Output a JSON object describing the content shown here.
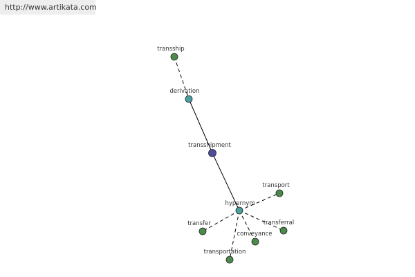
{
  "watermark": "http://www.artikata.com",
  "colors": {
    "center": "#4c4c9a",
    "relation": "#4aa0a0",
    "leaf": "#4d8b4d",
    "outline": "#222222",
    "edge": "#000000"
  },
  "nodes": [
    {
      "id": "transship",
      "label": "transship",
      "kind": "leaf"
    },
    {
      "id": "derivation",
      "label": "derivation",
      "kind": "relation"
    },
    {
      "id": "transshipment",
      "label": "transshipment",
      "kind": "center"
    },
    {
      "id": "hypernym",
      "label": "hypernym",
      "kind": "relation"
    },
    {
      "id": "transport",
      "label": "transport",
      "kind": "leaf"
    },
    {
      "id": "transfer",
      "label": "transfer",
      "kind": "leaf"
    },
    {
      "id": "transferral",
      "label": "transferral",
      "kind": "leaf"
    },
    {
      "id": "conveyance",
      "label": "conveyance",
      "kind": "leaf"
    },
    {
      "id": "transportation",
      "label": "transportation",
      "kind": "leaf"
    }
  ],
  "edges": [
    {
      "from": "transship",
      "to": "derivation",
      "style": "dashed"
    },
    {
      "from": "derivation",
      "to": "transshipment",
      "style": "solid"
    },
    {
      "from": "transshipment",
      "to": "hypernym",
      "style": "solid"
    },
    {
      "from": "hypernym",
      "to": "transport",
      "style": "dashed"
    },
    {
      "from": "hypernym",
      "to": "transfer",
      "style": "dashed"
    },
    {
      "from": "hypernym",
      "to": "transferral",
      "style": "dashed"
    },
    {
      "from": "hypernym",
      "to": "conveyance",
      "style": "dashed"
    },
    {
      "from": "hypernym",
      "to": "transportation",
      "style": "dashed"
    }
  ]
}
